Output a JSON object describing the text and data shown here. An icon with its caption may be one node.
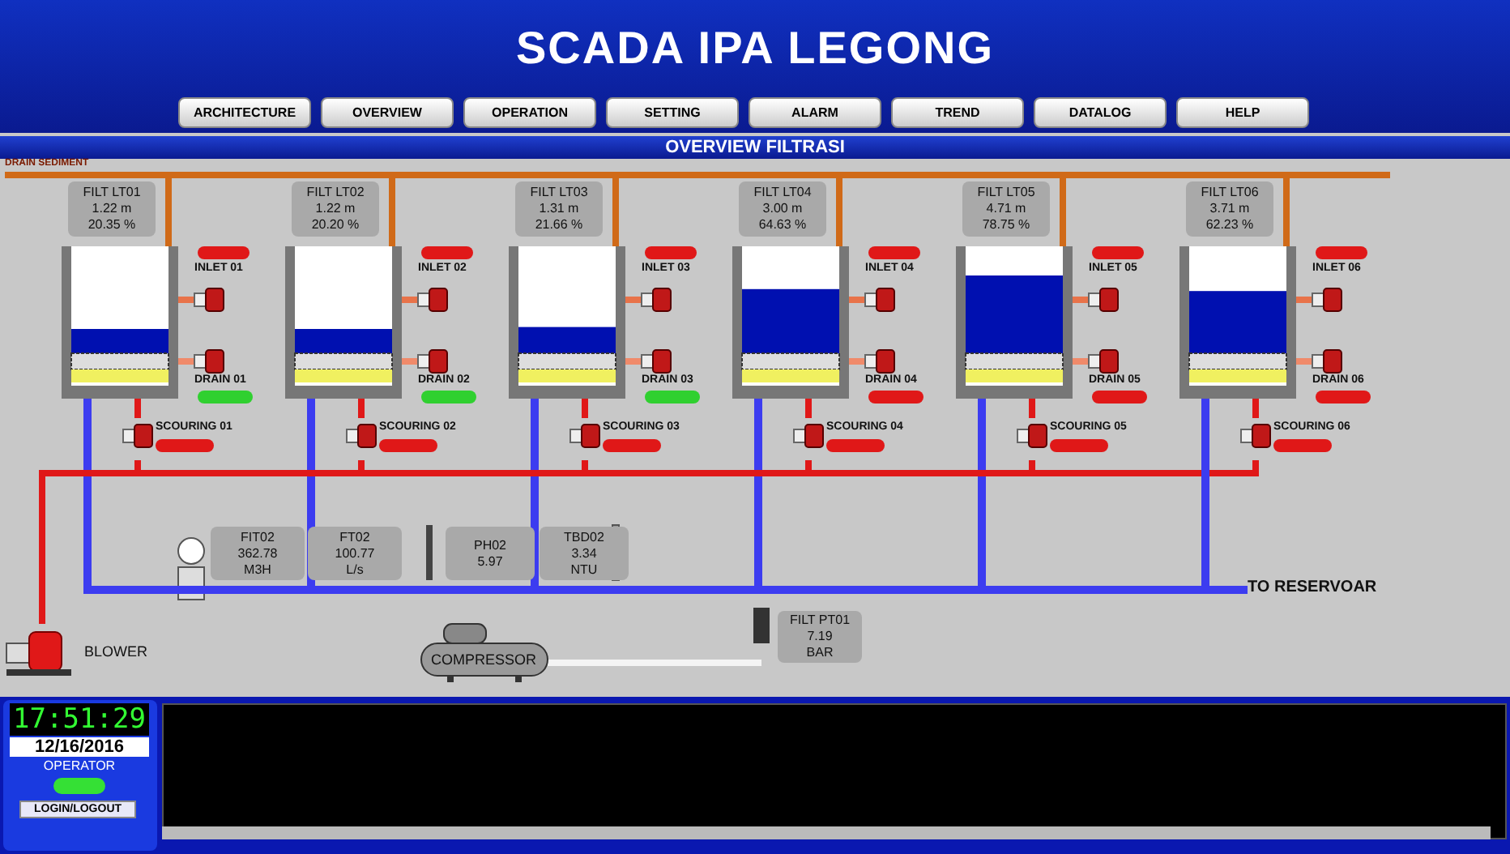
{
  "diagram": {
    "title": "SCADA IPA LEGONG",
    "nodes": [
      {
        "text": [
          "FILT LT01",
          "1.22 m",
          "20.35 %"
        ]
      },
      {
        "text": [],
        "shape": "tank"
      },
      {
        "text": [
          "INLET 01"
        ]
      },
      {
        "text": [
          "DRAIN 01"
        ]
      },
      {
        "text": [
          "SCOURING 01"
        ]
      },
      {
        "text": [
          "FILT LT02",
          "1.22 m",
          "20.20 %"
        ]
      },
      {
        "text": [],
        "shape": "tank"
      },
      {
        "text": [
          "INLET 02"
        ]
      },
      {
        "text": [
          "DRAIN 02"
        ]
      },
      {
        "text": [
          "SCOURING 02"
        ]
      },
      {
        "text": [
          "FILT LT03",
          "1.31 m",
          "21.66 %"
        ]
      },
      {
        "text": [],
        "shape": "tank"
      },
      {
        "text": [
          "INLET 03"
        ]
      },
      {
        "text": [
          "DRAIN 03"
        ]
      },
      {
        "text": [
          "SCOURING 03"
        ]
      },
      {
        "text": [
          "FILT LT04",
          "3.00 m",
          "64.63 %"
        ]
      },
      {
        "text": [],
        "shape": "tank"
      },
      {
        "text": [
          "INLET 04"
        ]
      },
      {
        "text": [
          "DRAIN 04"
        ]
      },
      {
        "text": [
          "SCOURING 04"
        ]
      },
      {
        "text": [
          "FILT LT05",
          "4.71 m",
          "78.75 %"
        ]
      },
      {
        "text": [],
        "shape": "tank"
      },
      {
        "text": [
          "INLET 05"
        ]
      },
      {
        "text": [
          "DRAIN 05"
        ]
      },
      {
        "text": [
          "SCOURING 05"
        ]
      },
      {
        "text": [
          "FILT LT06",
          "3.71 m",
          "62.23 %"
        ]
      },
      {
        "text": [],
        "shape": "tank"
      },
      {
        "text": [
          "INLET 06"
        ]
      },
      {
        "text": [
          "DRAIN 06"
        ]
      },
      {
        "text": [
          "SCOURING 06"
        ]
      },
      {
        "text": [
          "FIT02",
          "362.78",
          "M3H"
        ]
      },
      {
        "text": [
          "FT02",
          "100.77",
          "L/s"
        ]
      },
      {
        "text": [
          "PH02",
          "5.97"
        ]
      },
      {
        "text": [
          "TBD02",
          "3.34",
          "NTU"
        ]
      },
      {
        "text": [
          "TO RESERVOAR"
        ]
      },
      {
        "text": [
          "BLOWER"
        ]
      },
      {
        "text": [
          "COMPRESSOR"
        ]
      },
      {
        "text": [
          "FILT PT01",
          "7.19",
          "BAR"
        ]
      },
      {
        "text": [],
        "shape": "bar"
      }
    ],
    "edges": [
      {
        "from": 2,
        "to": 1,
        "arrow": "none",
        "color": "#e8734a"
      },
      {
        "from": 1,
        "to": 3,
        "arrow": "none",
        "color": "#f08a6a"
      },
      {
        "from": 4,
        "to": 1,
        "arrow": "none"
      },
      {
        "from": 35,
        "to": 4,
        "arrow": "none"
      },
      {
        "from": 1,
        "to": 34,
        "arrow": "none",
        "color": "#3c3cf0"
      },
      {
        "from": 7,
        "to": 6,
        "arrow": "none",
        "color": "#e8734a"
      },
      {
        "from": 6,
        "to": 8,
        "arrow": "none",
        "color": "#f08a6a"
      },
      {
        "from": 9,
        "to": 6,
        "arrow": "none"
      },
      {
        "from": 35,
        "to": 9,
        "arrow": "none"
      },
      {
        "from": 6,
        "to": 34,
        "arrow": "none",
        "color": "#3c3cf0"
      },
      {
        "from": 12,
        "to": 11,
        "arrow": "none",
        "color": "#e8734a"
      },
      {
        "from": 11,
        "to": 13,
        "arrow": "none",
        "color": "#f08a6a"
      },
      {
        "from": 14,
        "to": 11,
        "arrow": "none"
      },
      {
        "from": 35,
        "to": 14,
        "arrow": "none"
      },
      {
        "from": 11,
        "to": 34,
        "arrow": "none",
        "color": "#3c3cf0"
      },
      {
        "from": 17,
        "to": 16,
        "arrow": "none",
        "color": "#e8734a"
      },
      {
        "from": 16,
        "to": 18,
        "arrow": "none",
        "color": "#f08a6a"
      },
      {
        "from": 19,
        "to": 16,
        "arrow": "none"
      },
      {
        "from": 35,
        "to": 19,
        "arrow": "none"
      },
      {
        "from": 16,
        "to": 34,
        "arrow": "none",
        "color": "#3c3cf0"
      },
      {
        "from": 22,
        "to": 21,
        "arrow": "none",
        "color": "#e8734a"
      },
      {
        "from": 21,
        "to": 23,
        "arrow": "none",
        "color": "#f08a6a"
      },
      {
        "from": 24,
        "to": 21,
        "arrow": "none"
      },
      {
        "from": 35,
        "to": 24,
        "arrow": "none"
      },
      {
        "from": 21,
        "to": 34,
        "arrow": "none",
        "color": "#3c3cf0"
      },
      {
        "from": 27,
        "to": 26,
        "arrow": "none",
        "color": "#e8734a"
      },
      {
        "from": 26,
        "to": 28,
        "arrow": "none",
        "color": "#f08a6a"
      },
      {
        "from": 29,
        "to": 26,
        "arrow": "none"
      },
      {
        "from": 35,
        "to": 29,
        "arrow": "none"
      },
      {
        "from": 26,
        "to": 34,
        "arrow": "none",
        "color": "#3c3cf0"
      },
      {
        "from": 36,
        "to": 37,
        "arrow": "none",
        "color": "#f4f4f4"
      },
      {
        "from": 38,
        "to": 1,
        "arrow": "none",
        "color": "#d06a18"
      },
      {
        "from": 38,
        "to": 6,
        "arrow": "none",
        "color": "#d06a18"
      },
      {
        "from": 38,
        "to": 11,
        "arrow": "none",
        "color": "#d06a18"
      },
      {
        "from": 38,
        "to": 16,
        "arrow": "none",
        "color": "#d06a18"
      },
      {
        "from": 38,
        "to": 21,
        "arrow": "none",
        "color": "#d06a18"
      },
      {
        "from": 38,
        "to": 26,
        "arrow": "none",
        "color": "#d06a18"
      }
    ],
    "labels": [
      "ARCHITECTURE",
      "OVERVIEW",
      "OPERATION",
      "SETTING",
      "ALARM",
      "TREND",
      "DATALOG",
      "HELP",
      "OVERVIEW FILTRASI",
      "DRAIN SEDIMENT",
      "17:51:29",
      "12/16/2016",
      "OPERATOR",
      "LOGIN/LOGOUT"
    ]
  }
}
